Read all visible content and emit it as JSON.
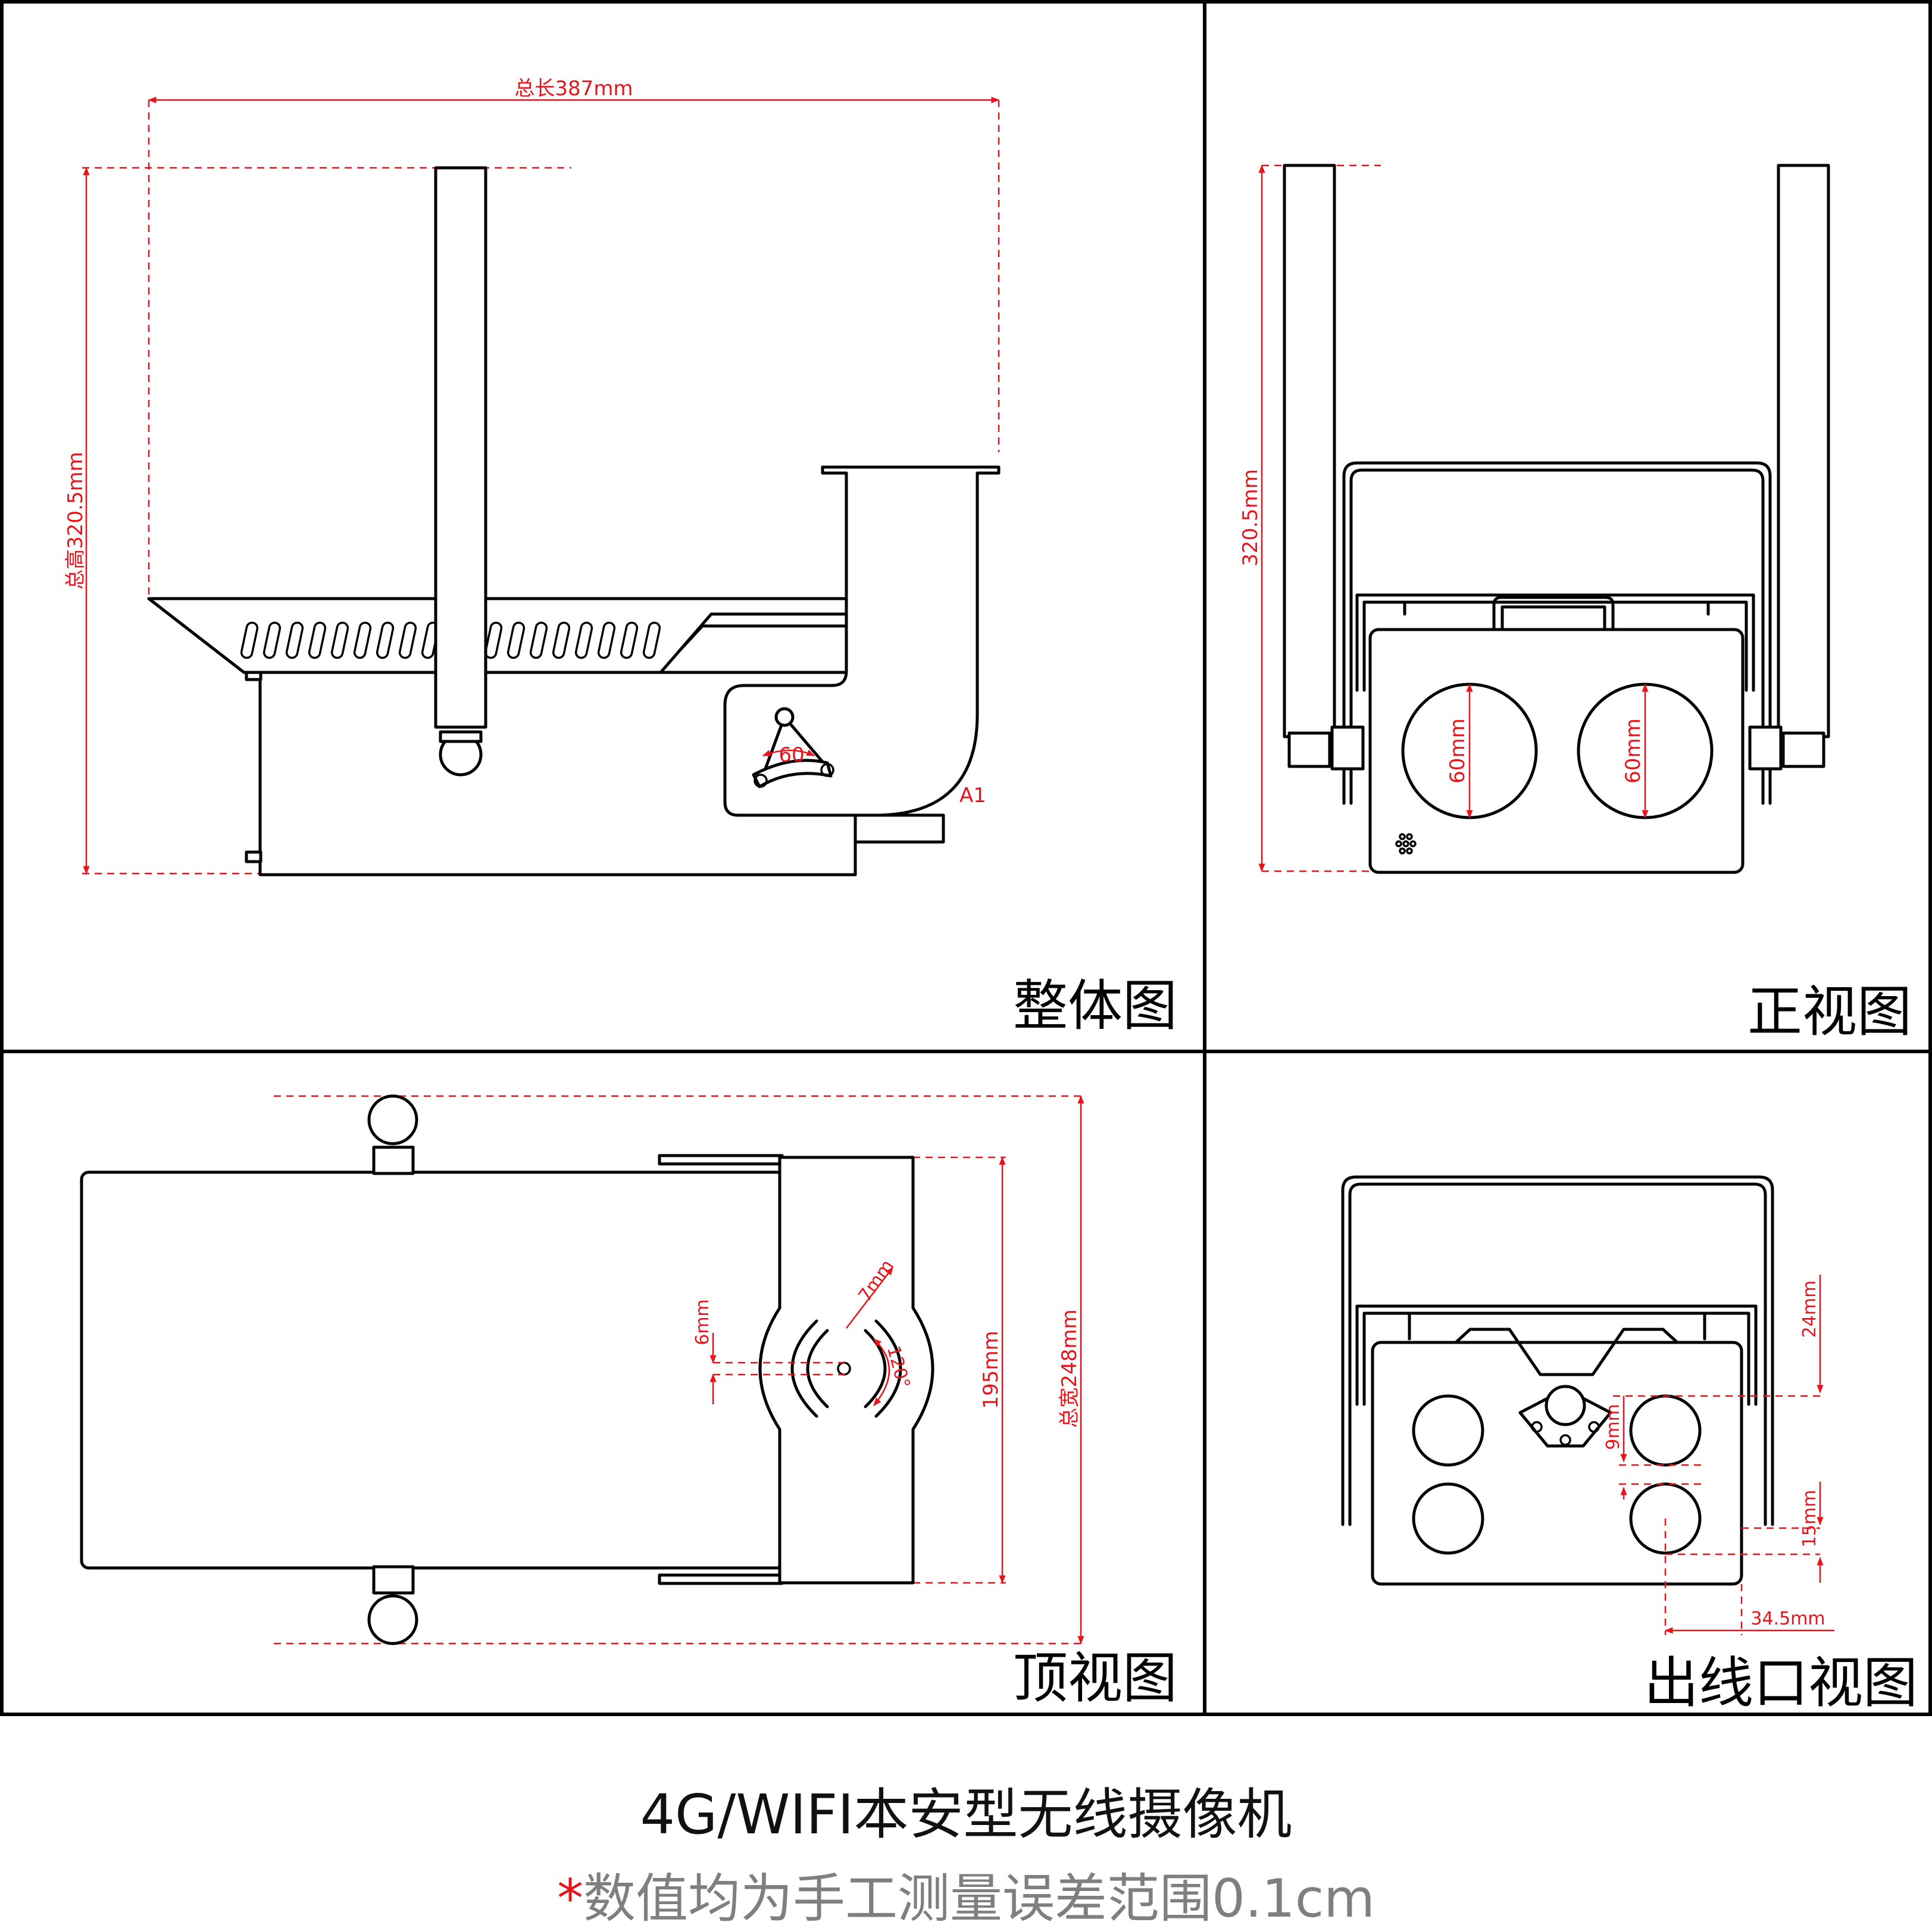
{
  "views": {
    "overall": {
      "label": "整体图",
      "dim_length": "总长387mm",
      "dim_height": "总高320.5mm",
      "angle": "60",
      "marker": "A1"
    },
    "front": {
      "label": "正视图",
      "dim_height": "320.5mm",
      "lens_left": "60mm",
      "lens_right": "60mm"
    },
    "top": {
      "label": "顶视图",
      "dim_width": "总宽248mm",
      "dim_bracket": "195mm",
      "dim_slot": "7mm",
      "dim_offset": "6mm",
      "angle": "120°"
    },
    "outlet": {
      "label": "出线口视图",
      "dim_24": "24mm",
      "dim_9": "9mm",
      "dim_15": "15mm",
      "dim_345": "34.5mm"
    }
  },
  "product_title": "4G/WIFI本安型无线摄像机",
  "note_mark": "*",
  "note_text": "数值均为手工测量误差范围0.1cm"
}
